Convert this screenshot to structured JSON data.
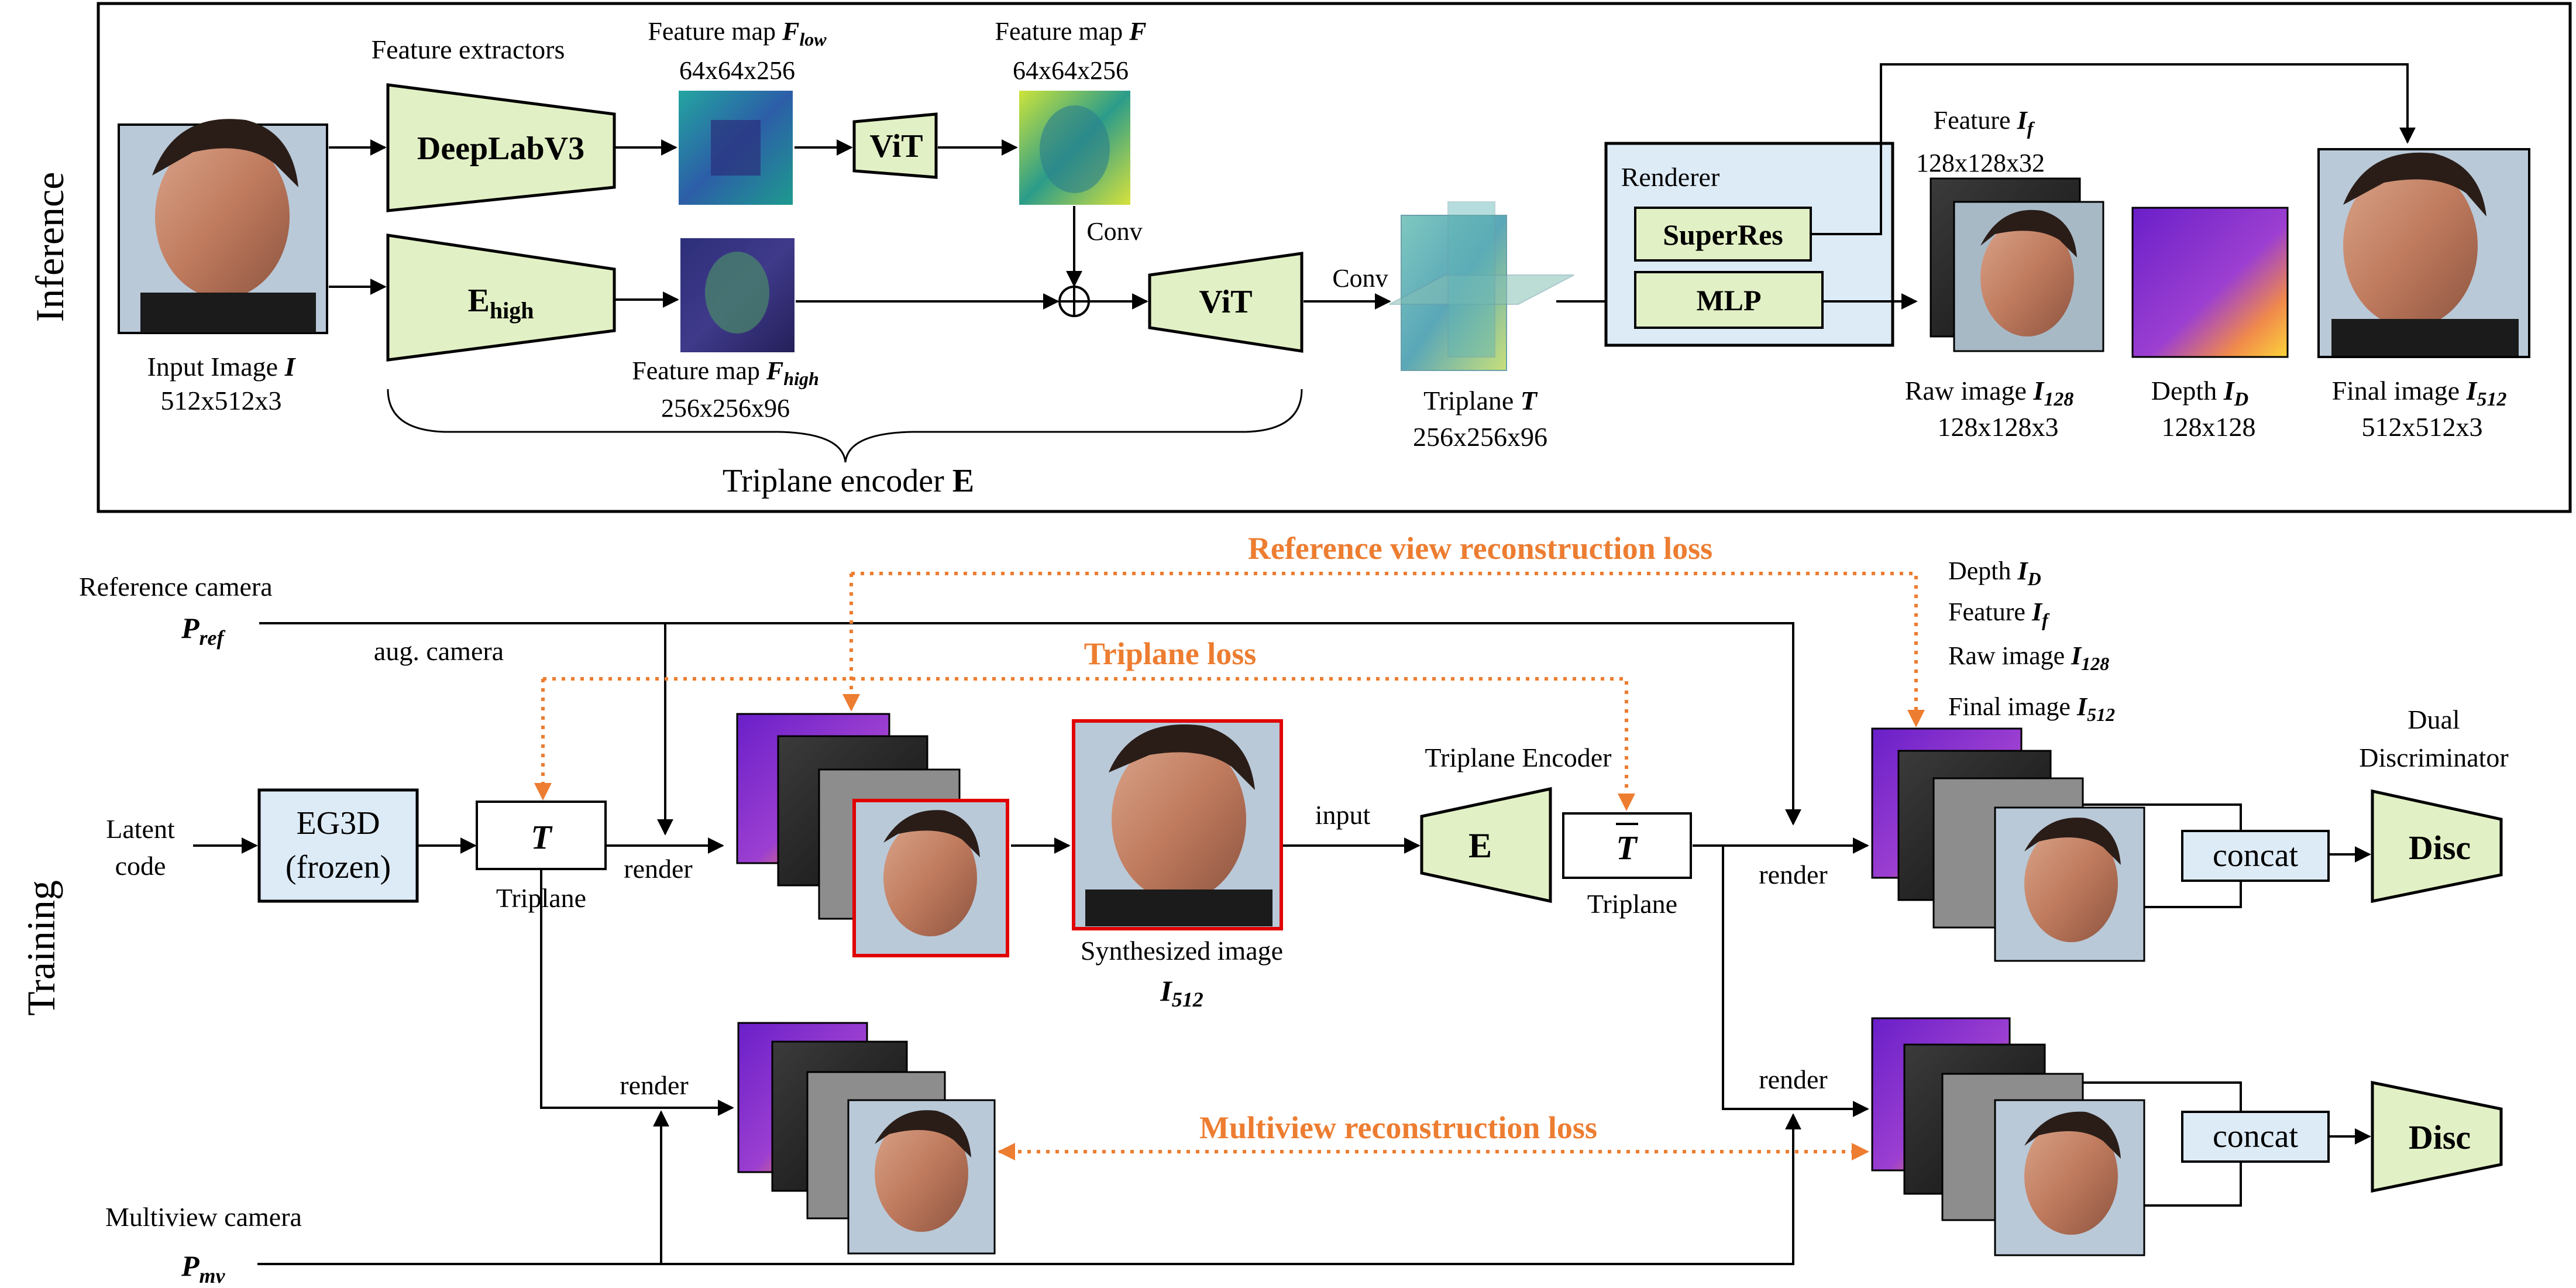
{
  "sections": {
    "inference": "Inference",
    "training": "Training"
  },
  "colors": {
    "loss": "#ED7D31",
    "module_fill": "#E2F0C5",
    "block_fill": "#DDEBF7"
  },
  "inference": {
    "feature_extractors": "Feature extractors",
    "deeplab": "DeepLabV3",
    "e_high": "E",
    "e_high_sub": "high",
    "vit1": "ViT",
    "vit2": "ViT",
    "fmap_low": {
      "label": "Feature map ",
      "sym": "F",
      "sub": "low",
      "dims": "64x64x256"
    },
    "fmap": {
      "label": "Feature map ",
      "sym": "F",
      "dims": "64x64x256"
    },
    "fmap_high": {
      "label": "Feature map ",
      "sym": "F",
      "sub": "high",
      "dims": "256x256x96"
    },
    "conv1": "Conv",
    "conv2": "Conv",
    "input": {
      "label": "Input Image ",
      "sym": "I",
      "dims": "512x512x3"
    },
    "triplane_encoder": "Triplane encoder ",
    "triplane_encoder_sym": "E",
    "triplane": {
      "label": "Triplane ",
      "sym": "T",
      "dims": "256x256x96"
    },
    "renderer": "Renderer",
    "superres": "SuperRes",
    "mlp": "MLP",
    "feature": {
      "label": "Feature ",
      "sym": "I",
      "sub": "f",
      "dims": "128x128x32"
    },
    "raw": {
      "label": "Raw image ",
      "sym": "I",
      "sub": "128",
      "dims": "128x128x3"
    },
    "depth": {
      "label": "Depth  ",
      "sym": "I",
      "sub": "D",
      "dims": "128x128"
    },
    "final": {
      "label": "Final image ",
      "sym": "I",
      "sub": "512",
      "dims": "512x512x3"
    }
  },
  "training": {
    "ref_camera": "Reference camera",
    "p_ref": "P",
    "p_ref_sub": "ref",
    "aug_camera": "aug. camera",
    "latent": [
      "Latent",
      "code"
    ],
    "eg3d": [
      "EG3D",
      "(frozen)"
    ],
    "triplane_t": "T",
    "triplane_label": "Triplane",
    "render": "render",
    "synth": "Synthesized image",
    "synth_sym": "I",
    "synth_sub": "512",
    "input_label": "input",
    "triplane_encoder_label": "Triplane Encoder",
    "encoder_e": "E",
    "tbar": "T",
    "ref_loss": "Reference view reconstruction loss",
    "triplane_loss": "Triplane loss",
    "mv_loss": "Multiview reconstruction loss",
    "outputs": [
      {
        "label": "Depth ",
        "sub": "D"
      },
      {
        "label": "Feature ",
        "sub": "f"
      },
      {
        "label": "Raw image ",
        "sub": "128"
      },
      {
        "label": "Final image ",
        "sub": "512"
      }
    ],
    "output_sym": "I",
    "dual_disc": [
      "Dual",
      "Discriminator"
    ],
    "concat": "concat",
    "disc": "Disc",
    "mv_camera": "Multiview camera",
    "p_mv": "P",
    "p_mv_sub": "mv"
  }
}
